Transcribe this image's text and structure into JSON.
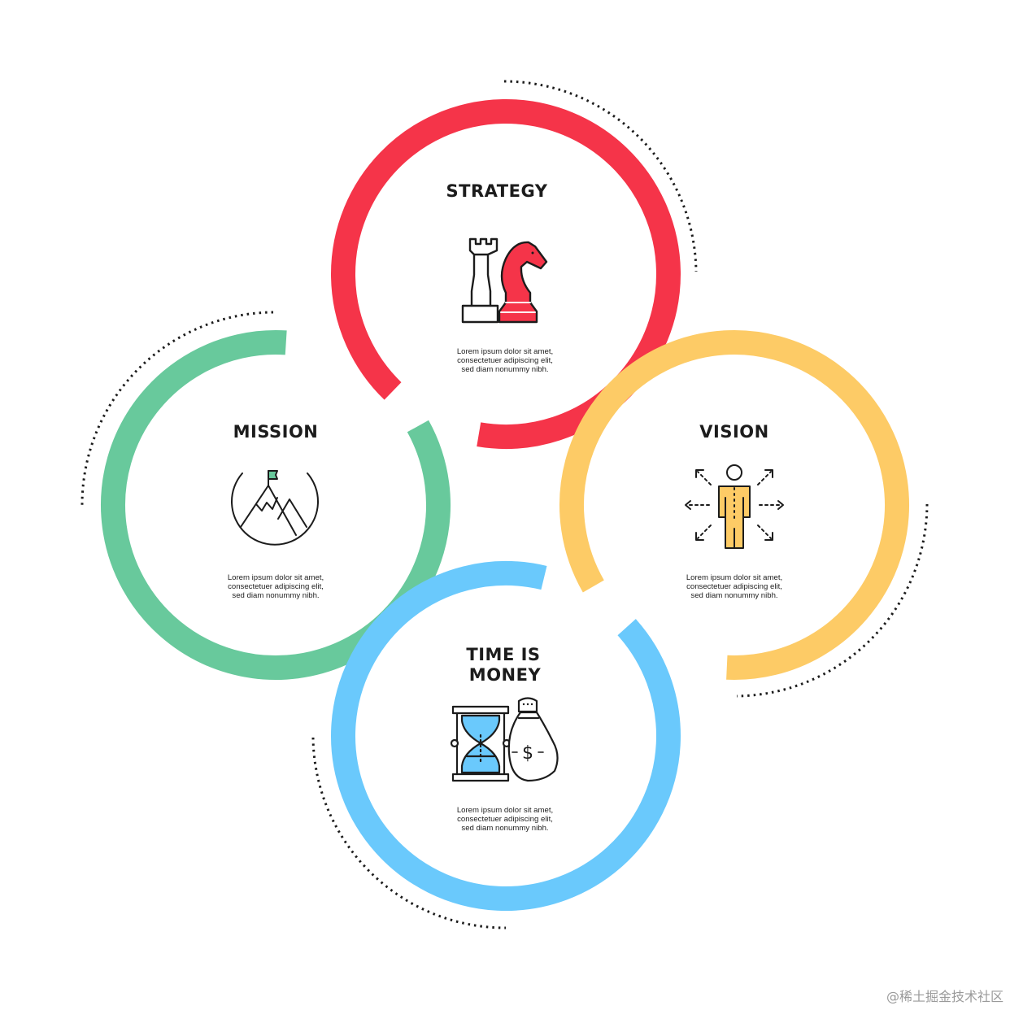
{
  "colors": {
    "strategy": "#f53449",
    "mission": "#68c99c",
    "vision": "#fdcb66",
    "money": "#6ac9fc",
    "ink": "#1c1c1c"
  },
  "strategy": {
    "title": "STRATEGY",
    "desc_line1": "Lorem ipsum dolor sit amet,",
    "desc_line2": "consectetuer adipiscing elit,",
    "desc_line3": "sed diam nonummy nibh.",
    "icon": "chess-rook-knight-icon"
  },
  "mission": {
    "title": "MISSION",
    "desc_line1": "Lorem ipsum dolor sit amet,",
    "desc_line2": "consectetuer adipiscing elit,",
    "desc_line3": "sed diam nonummy nibh.",
    "icon": "mountain-flag-icon"
  },
  "vision": {
    "title": "VISION",
    "desc_line1": "Lorem ipsum dolor sit amet,",
    "desc_line2": "consectetuer adipiscing elit,",
    "desc_line3": "sed diam nonummy nibh.",
    "icon": "person-arrows-icon"
  },
  "money": {
    "title_line1": "TIME IS",
    "title_line2": "MONEY",
    "desc_line1": "Lorem ipsum dolor sit amet,",
    "desc_line2": "consectetuer adipiscing elit,",
    "desc_line3": "sed diam nonummy nibh.",
    "icon": "hourglass-moneybag-icon"
  },
  "watermark": "@稀土掘金技术社区"
}
